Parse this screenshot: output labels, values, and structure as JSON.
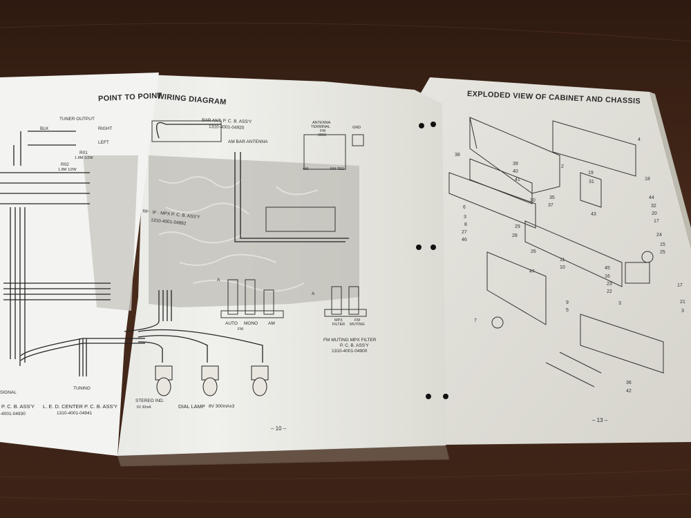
{
  "left_spread": {
    "title_part1": "POINT TO POINT",
    "title_part2": "WIRING DIAGRAM",
    "tuner_output": {
      "label": "TUNER OUTPUT",
      "right": "RIGHT",
      "left": "LEFT",
      "wire": "BLK"
    },
    "resistors": {
      "r01": "R01",
      "r01_value": "1.8M 1/2W",
      "r02": "R02",
      "r02_value": "1.8M 1/2W"
    },
    "bar_ant": {
      "label": "BAR ANT. P. C. B. ASS'Y",
      "part_no": "1310-4001-04920",
      "antenna": "AM BAR ANTENNA"
    },
    "antenna_terminal": {
      "label": "ANTENNA",
      "label2": "TERMINAL",
      "label3": "FM",
      "impedance": "300Ω",
      "am": "AM",
      "fm": "FM 75Ω",
      "gnd": "GND"
    },
    "rf_board": {
      "label": "RF · IF · MPX  P. C. B. ASS'Y",
      "part_no": "1310-4001-04892"
    },
    "switches": {
      "auto": "AUTO",
      "mono": "MONO",
      "am": "AM",
      "fm": "FM",
      "marker": "A"
    },
    "muting": {
      "mpx_filter": "MPX FILTER",
      "fm_muting": "FM MUTING",
      "board": "FM MUTING MPX FILTER",
      "board2": "P. C. B. ASS'Y",
      "part_no": "1310-4001-04900",
      "marker": "A"
    },
    "bottom": {
      "signal": "SIGNAL",
      "tuning": "TUNING",
      "pcb_left": "P. C. B. ASS'Y",
      "pcb_left_no": "-4001-04930",
      "led": "L. E. D. CENTER P. C. B. ASS'Y",
      "led_no": "1310-4001-04941",
      "stereo": "STEREO IND.",
      "stereo_val": "6V 30mA",
      "dial_lamp": "DIAL LAMP",
      "dial_lamp_spec": "8V 300mAx3"
    },
    "page_number": "– 10 –"
  },
  "right_page": {
    "title": "EXPLODED VIEW OF CABINET AND CHASSIS",
    "part_numbers": [
      "4",
      "38",
      "2",
      "39",
      "40",
      "41",
      "19",
      "31",
      "18",
      "30",
      "6",
      "3",
      "44",
      "32",
      "20",
      "17",
      "8",
      "46",
      "27",
      "28",
      "29",
      "35",
      "37",
      "43",
      "24",
      "15",
      "25",
      "45",
      "16",
      "26",
      "11",
      "10",
      "22",
      "23",
      "47",
      "9",
      "5",
      "7",
      "3",
      "17",
      "21",
      "3",
      "36",
      "42"
    ],
    "page_number": "– 13 –"
  }
}
